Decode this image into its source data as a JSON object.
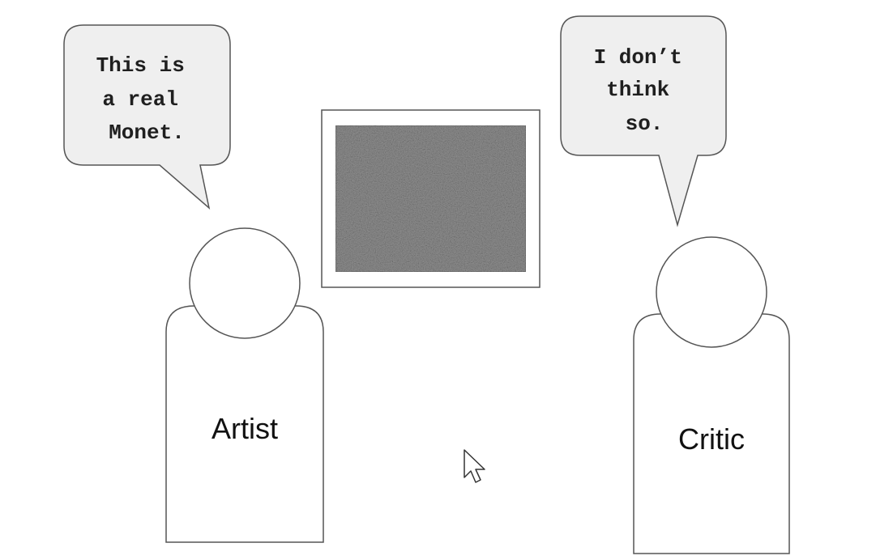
{
  "artist": {
    "label": "Artist",
    "speech": [
      "This is",
      "a real",
      "Monet."
    ]
  },
  "critic": {
    "label": "Critic",
    "speech": [
      "I don’t",
      "think",
      "so."
    ]
  },
  "painting": {
    "fill": "#8f8f8f",
    "frame": "#ffffff"
  },
  "colors": {
    "outline": "#555555",
    "bubble_fill": "#efefef"
  },
  "cursor": "pointer-arrow-icon"
}
